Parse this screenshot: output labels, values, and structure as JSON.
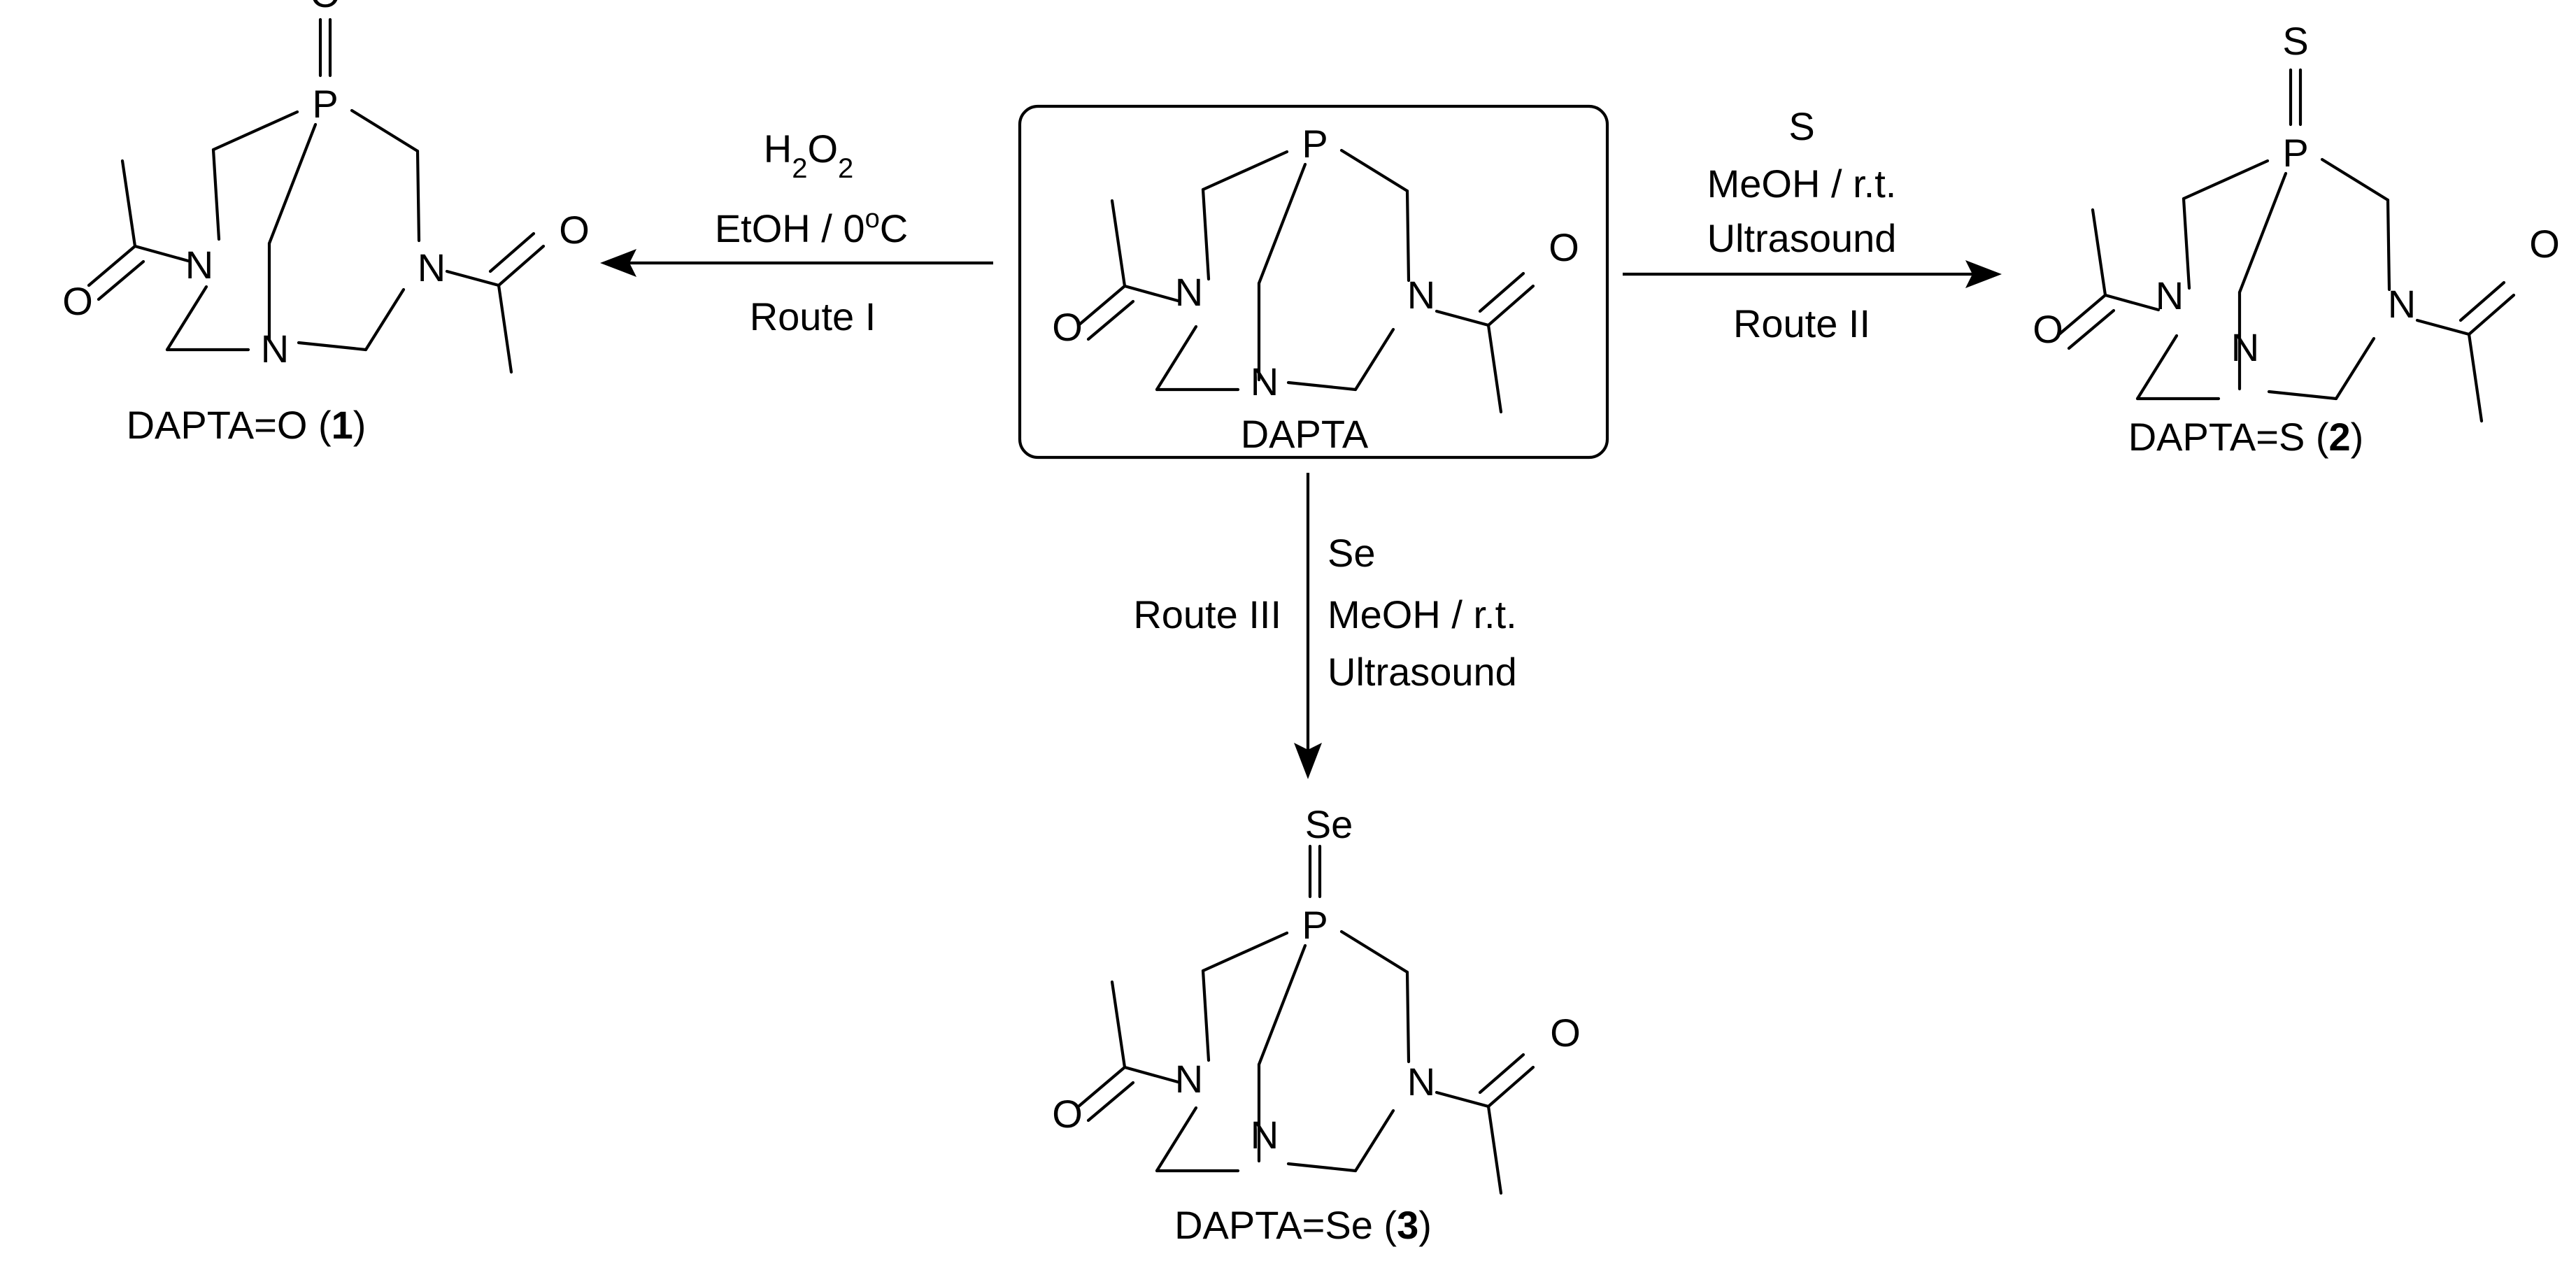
{
  "atoms": {
    "phosphorus": "P",
    "nitrogen": "N",
    "oxygen": "O",
    "sulfur": "S",
    "selenium": "Se"
  },
  "compounds": {
    "start": {
      "label": "DAPTA"
    },
    "oxide": {
      "name": "DAPTA=O (",
      "number": "1",
      "close": ")"
    },
    "sulfide": {
      "name": "DAPTA=S (",
      "number": "2",
      "close": ")"
    },
    "selenide": {
      "name": "DAPTA=Se (",
      "number": "3",
      "close": ")"
    }
  },
  "routes": {
    "route1": {
      "reagent_main": "H",
      "reagent_sub1": "2",
      "reagent_mid": "O",
      "reagent_sub2": "2",
      "conditions_main": "EtOH / 0",
      "conditions_sup": "o",
      "conditions_end": "C",
      "name": "Route I"
    },
    "route2": {
      "reagent": "S",
      "solvent": "MeOH / r.t.",
      "activation": "Ultrasound",
      "name": "Route II"
    },
    "route3": {
      "reagent": "Se",
      "solvent": "MeOH / r.t.",
      "activation": "Ultrasound",
      "name": "Route III"
    }
  }
}
